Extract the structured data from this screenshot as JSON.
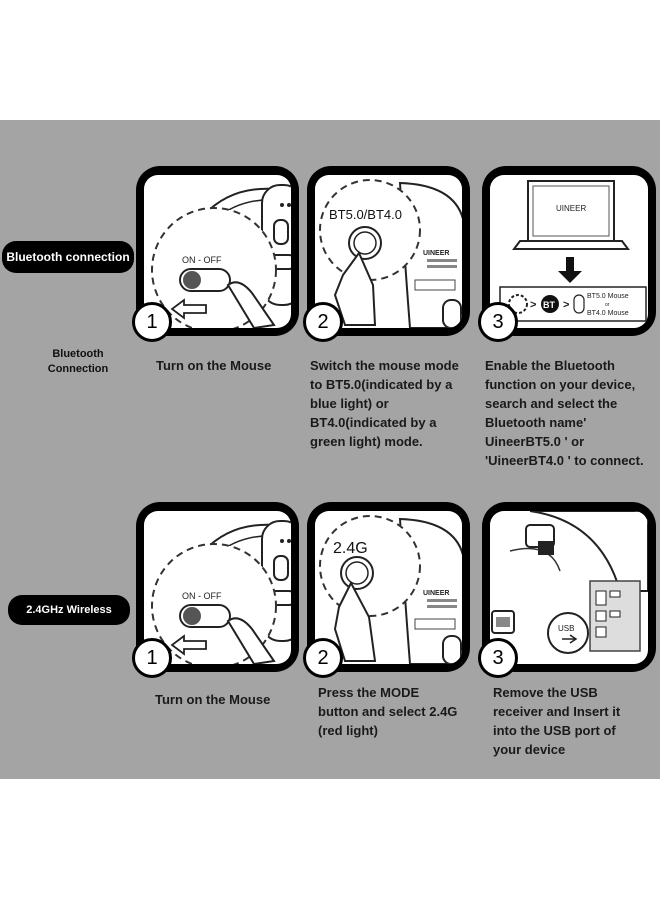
{
  "section_bluetooth": {
    "pill_label": "Bluetooth connection",
    "side_label_line1": "Bluetooth",
    "side_label_line2": "Connection",
    "steps": [
      {
        "number": "1",
        "switch_label": "ON - OFF",
        "lines": [
          "Turn on the Mouse"
        ]
      },
      {
        "number": "2",
        "callout": "BT5.0/BT4.0",
        "brand": "UINEER",
        "lines": [
          "Switch the mouse mode",
          "to BT5.0(indicated by a",
          "blue light) or",
          "BT4.0(indicated by a",
          "green light) mode."
        ]
      },
      {
        "number": "3",
        "laptop_brand": "UINEER",
        "bt_badge": "BT",
        "device_name_1": "BT5.0 Mouse",
        "device_or": "or",
        "device_name_2": "BT4.0 Mouse",
        "lines": [
          "Enable the Bluetooth",
          "function on your device,",
          "search and select the",
          "Bluetooth name'",
          "UineerBT5.0 ' or",
          "'UineerBT4.0 ' to connect."
        ]
      }
    ]
  },
  "section_wireless": {
    "pill_label": "2.4GHz Wireless",
    "steps": [
      {
        "number": "1",
        "switch_label": "ON - OFF",
        "lines": [
          "Turn on the Mouse"
        ]
      },
      {
        "number": "2",
        "callout": "2.4G",
        "brand": "UINEER",
        "lines": [
          "Press the MODE",
          "button and select 2.4G",
          "(red light)"
        ]
      },
      {
        "number": "3",
        "usb_label": "USB",
        "lines": [
          "Remove the USB",
          "receiver and Insert it",
          "into the USB port of",
          "your device"
        ]
      }
    ]
  },
  "colors": {
    "panel": "#a4a4a4",
    "frame": "#000000",
    "text": "#1a1a1a"
  }
}
